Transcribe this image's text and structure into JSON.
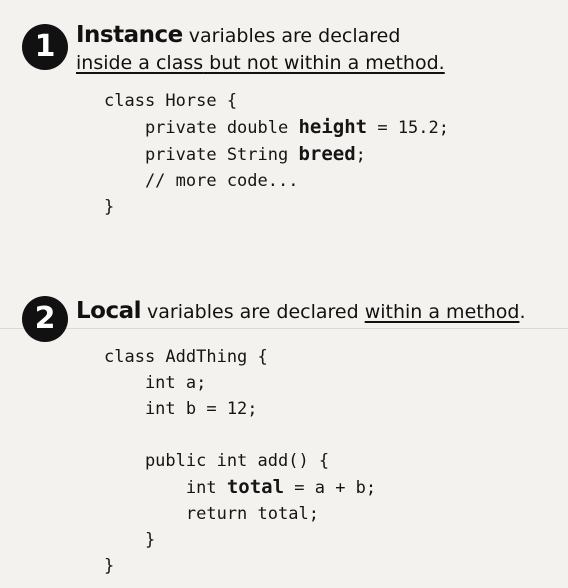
{
  "sections": [
    {
      "number": "1",
      "keyword": "Instance",
      "heading_rest": " variables are declared",
      "heading_line2_underlined": "inside a class",
      "heading_line2_rest": " but not within a method.",
      "code": {
        "l1": "class Horse {",
        "l2_pre": "    private double ",
        "l2_bold": "height",
        "l2_post": " = 15.2;",
        "l3_pre": "    private String ",
        "l3_bold": "breed",
        "l3_post": ";",
        "l4": "    // more code...",
        "l5": "}"
      }
    },
    {
      "number": "2",
      "keyword": "Local",
      "heading_rest": " variables are declared ",
      "heading_underlined": "within a method",
      "heading_end": ".",
      "code": {
        "l1": "class AddThing {",
        "l2": "    int a;",
        "l3": "    int b = 12;",
        "l4": "",
        "l5": "    public int add() {",
        "l6_pre": "        int ",
        "l6_bold": "total",
        "l6_post": " = a + b;",
        "l7": "        return total;",
        "l8": "    }",
        "l9": "}"
      }
    }
  ]
}
